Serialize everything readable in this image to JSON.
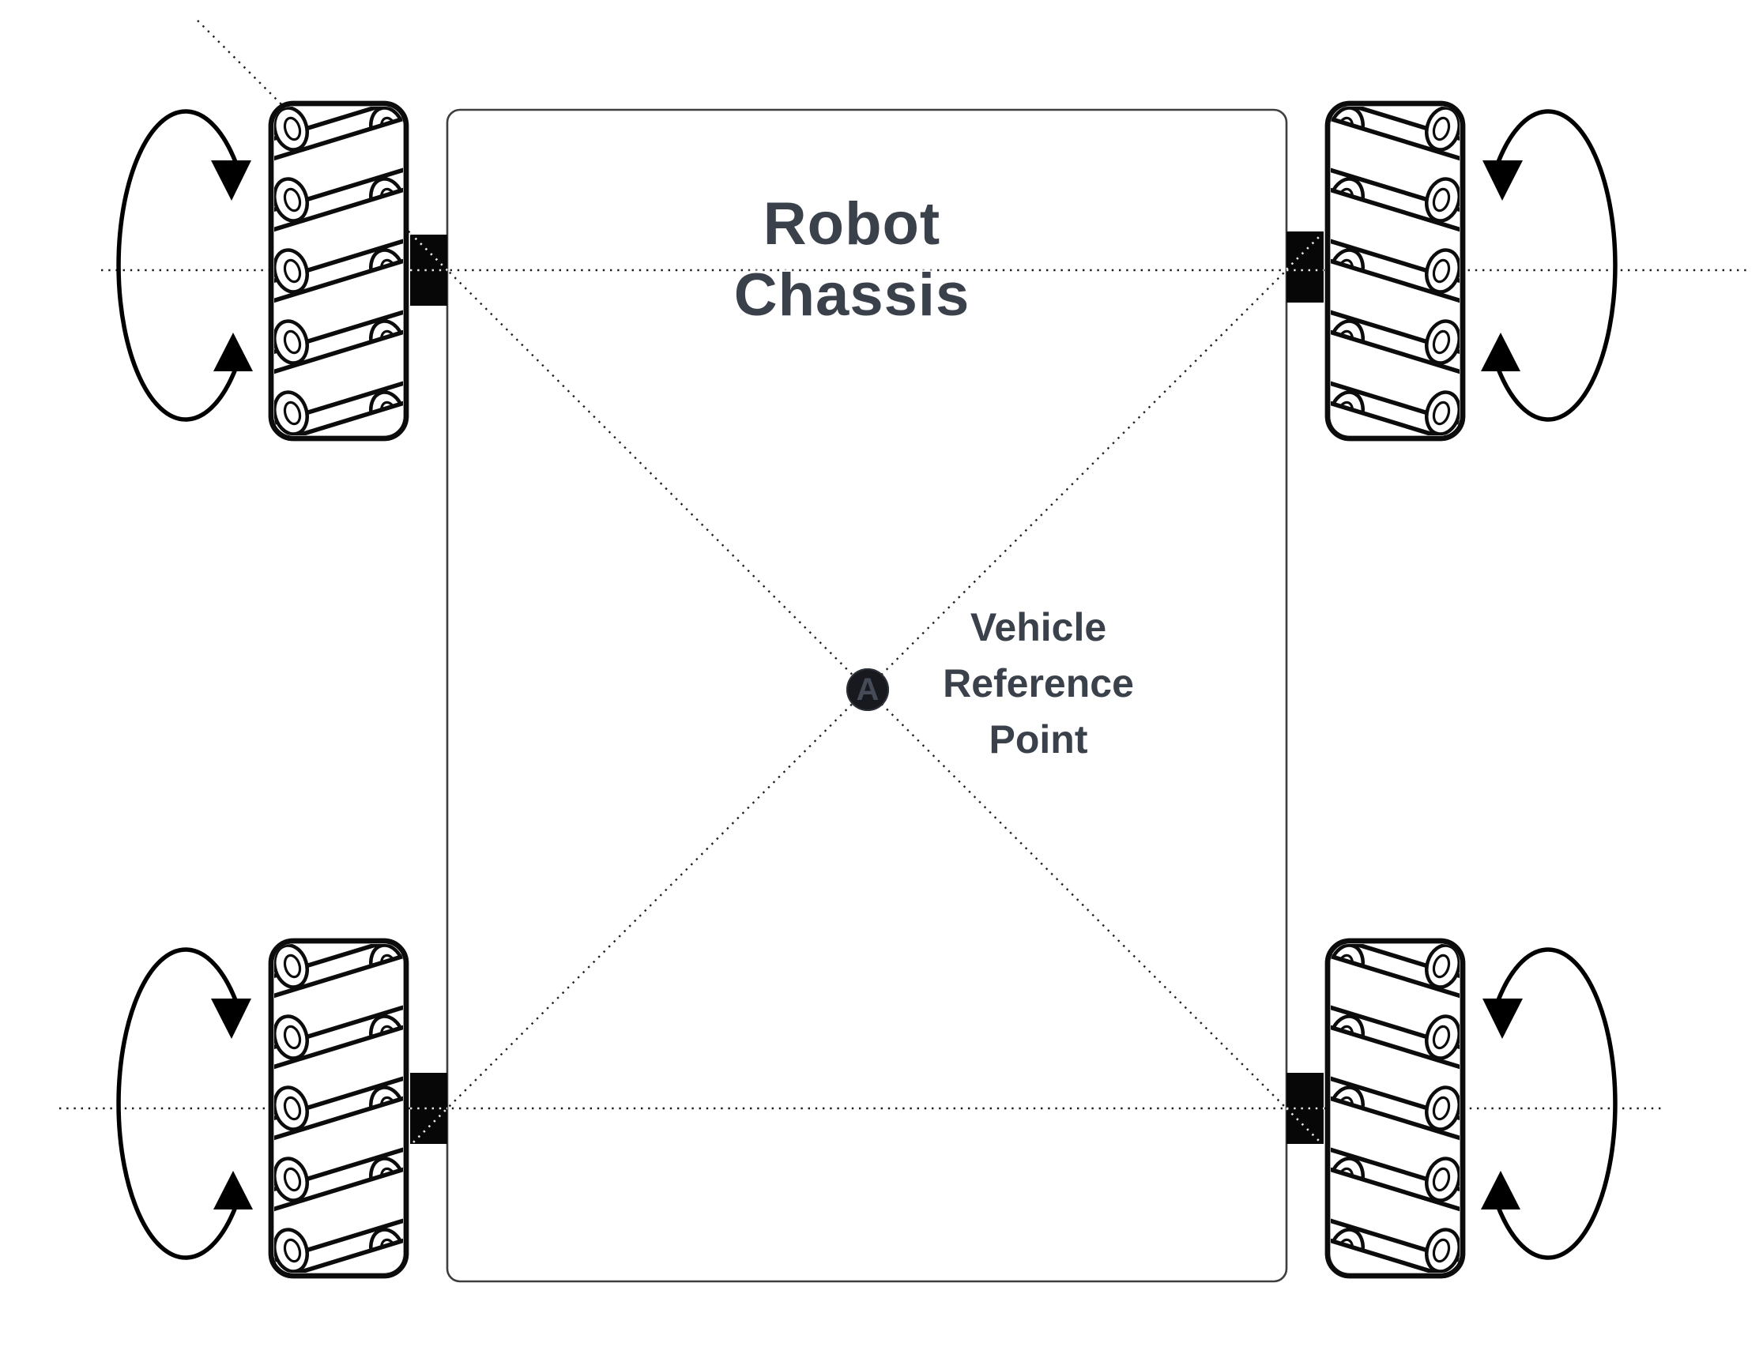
{
  "diagram": {
    "title": {
      "line1": "Robot",
      "line2": "Chassis"
    },
    "reference_point": {
      "line1": "Vehicle",
      "line2": "Reference",
      "line3": "Point",
      "marker_label": "A"
    },
    "icons": {
      "wheel_front_left": "mecanum-wheel-left",
      "wheel_front_right": "mecanum-wheel-right",
      "wheel_rear_left": "mecanum-wheel-left",
      "wheel_rear_right": "mecanum-wheel-right",
      "rotation_arrows": "bidirectional-rotation-arrow"
    },
    "colors": {
      "background": "#ffffff",
      "line_black": "#0c0c0c",
      "dotted_line": "#1e1e1e",
      "dotted_line_on_black": "#e8e8e8",
      "chassis_border": "#3e3e3e",
      "axle_mount": "#070707",
      "label_text": "#3a414b",
      "marker_fill": "#17191f",
      "marker_text": "#454c58"
    }
  }
}
